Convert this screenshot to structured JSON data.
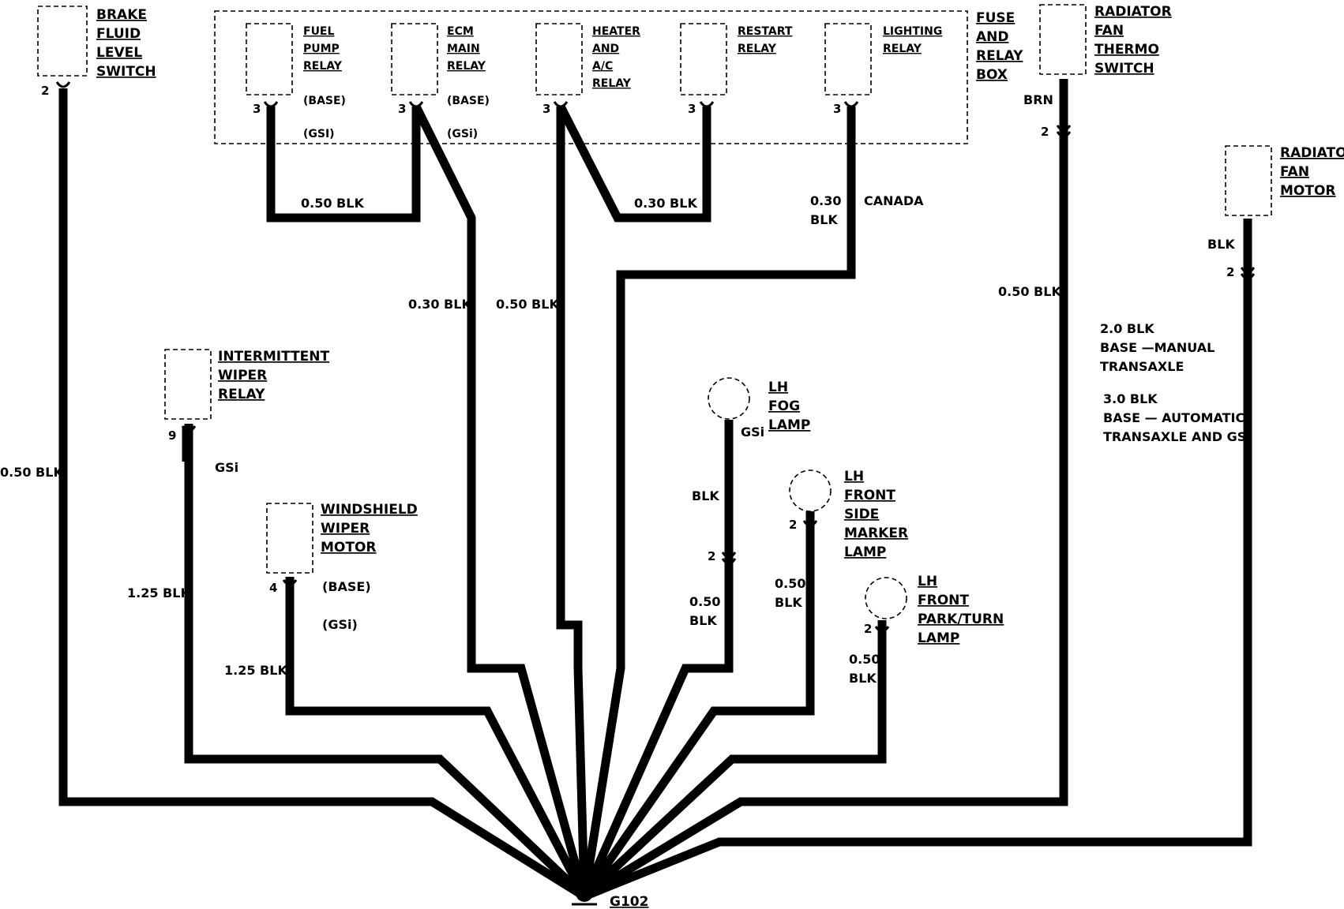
{
  "components": {
    "brake_fluid": [
      "BRAKE",
      "FLUID",
      "LEVEL",
      "SWITCH"
    ],
    "fuel_pump": [
      "FUEL",
      "PUMP",
      "RELAY"
    ],
    "ecm_main": [
      "ECM",
      "MAIN",
      "RELAY"
    ],
    "heater_ac": [
      "HEATER",
      "AND",
      "A/C",
      "RELAY"
    ],
    "restart": [
      "RESTART",
      "RELAY"
    ],
    "lighting": [
      "LIGHTING",
      "RELAY"
    ],
    "fuse_box": [
      "FUSE",
      "AND",
      "RELAY",
      "BOX"
    ],
    "rad_thermo": [
      "RADIATOR",
      "FAN",
      "THERMO",
      "SWITCH"
    ],
    "rad_motor": [
      "RADIATOR",
      "FAN",
      "MOTOR"
    ],
    "int_wiper": [
      "INTERMITTENT",
      "WIPER",
      "RELAY"
    ],
    "ws_wiper": [
      "WINDSHIELD",
      "WIPER",
      "MOTOR"
    ],
    "fog_lamp": [
      "LH",
      "FOG",
      "LAMP"
    ],
    "side_marker": [
      "LH",
      "FRONT",
      "SIDE",
      "MARKER",
      "LAMP"
    ],
    "park_turn": [
      "LH",
      "FRONT",
      "PARK/TURN",
      "LAMP"
    ],
    "ground": "G102"
  },
  "pins": {
    "brake": "2",
    "fuel": "3",
    "ecm": "3",
    "heater": "3",
    "restart": "3",
    "lighting": "3",
    "thermo": "2",
    "motor": "2",
    "int_wiper": "9",
    "ws_wiper": "4",
    "fog": "2",
    "side_marker": "2",
    "park_turn": "2"
  },
  "notes": {
    "base": "(BASE)",
    "gsi_paren": "(GSi)",
    "gsi_paren_upper": "(GSI)",
    "gsi": "GSi",
    "canada": "CANADA",
    "brn": "BRN",
    "manual": [
      "2.0 BLK",
      "BASE —MANUAL",
      "TRANSAXLE"
    ],
    "automatic": [
      "3.0 BLK",
      "BASE — AUTOMATIC",
      "TRANSAXLE AND GSi"
    ]
  },
  "wires": {
    "w050_fuel_ecm": "0.50 BLK",
    "w030_heater_restart": "0.30 BLK",
    "w030_ecm": "0.30 BLK",
    "w050_heater": "0.50 BLK",
    "w030_lighting": [
      "0.30",
      "BLK"
    ],
    "w050_thermo": "0.50 BLK",
    "w_motor": "BLK",
    "w050_brake": "0.50 BLK",
    "w125_int": "1.25 BLK",
    "w125_ws": "1.25 BLK",
    "w_fog": "BLK",
    "w050_fog": [
      "0.50",
      "BLK"
    ],
    "w050_side": [
      "0.50",
      "BLK"
    ],
    "w050_park": [
      "0.50",
      "BLK"
    ]
  }
}
